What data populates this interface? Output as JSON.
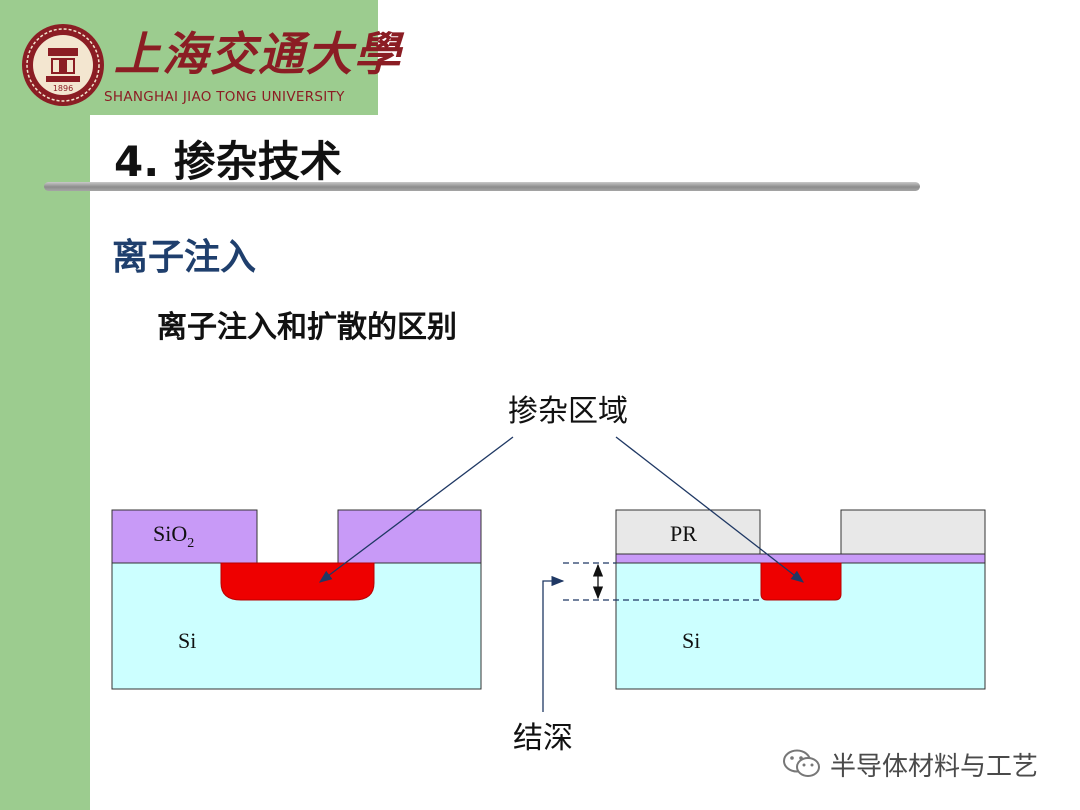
{
  "logo": {
    "name_cn": "上海交通大學",
    "name_en": "SHANGHAI JIAO TONG UNIVERSITY",
    "year": "1896"
  },
  "title": "4. 掺杂技术",
  "subtitle": "离子注入",
  "subsubtitle": "离子注入和扩散的区别",
  "diagram": {
    "doped_region_label": "掺杂区域",
    "junction_depth_label": "结深",
    "left": {
      "mask_label": "SiO",
      "mask_subscript": "2",
      "substrate_label": "Si"
    },
    "right": {
      "mask_label": "PR",
      "substrate_label": "Si"
    }
  },
  "colors": {
    "oxide": "#c89af7",
    "silicon": "#ccffff",
    "doped": "#ee0000",
    "photoresist": "#e8e8e8",
    "arrow": "#1f3864"
  },
  "watermark": {
    "text": "半导体材料与工艺",
    "icon": "wechat-icon"
  }
}
